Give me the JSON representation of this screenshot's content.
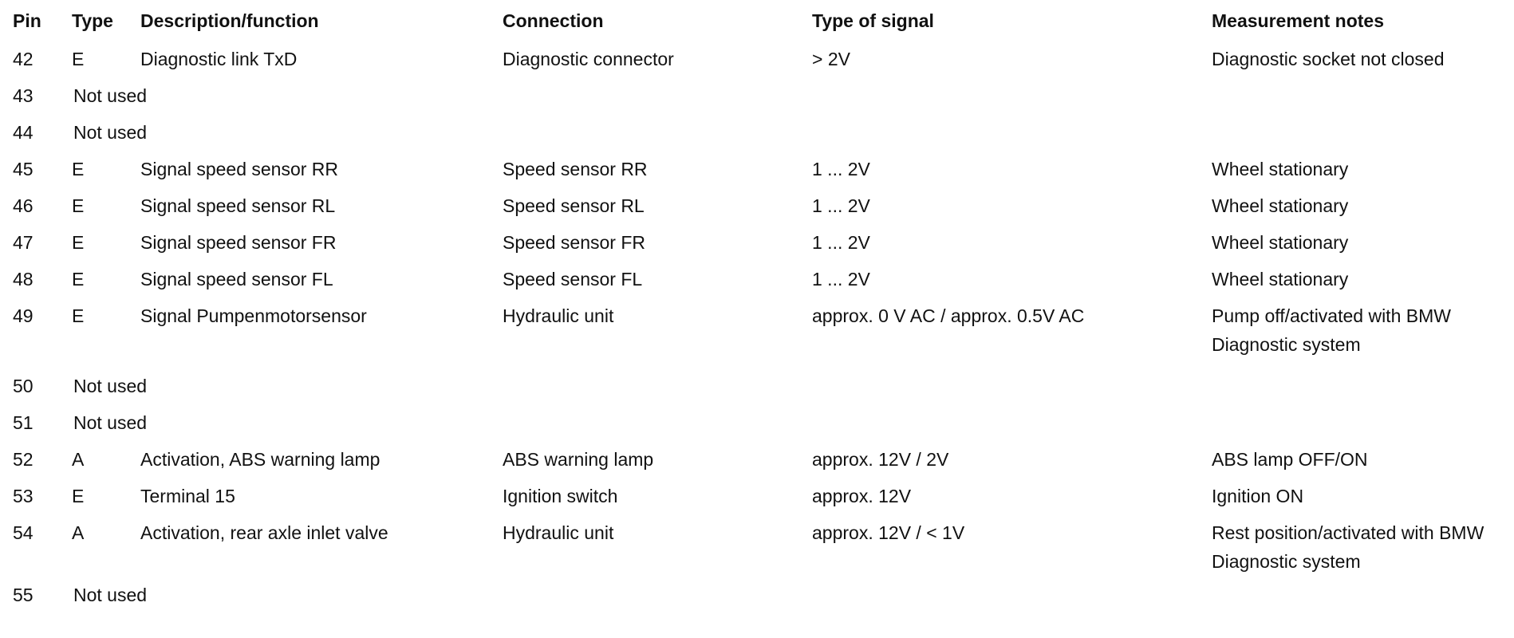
{
  "headers": {
    "pin": "Pin",
    "type": "Type",
    "desc": "Description/function",
    "conn": "Connection",
    "signal": "Type of signal",
    "notes": "Measurement notes"
  },
  "rows": [
    {
      "pin": "42",
      "type": "E",
      "desc": "Diagnostic link TxD",
      "conn": "Diagnostic connector",
      "signal": "> 2V",
      "notes": "Diagnostic socket not closed"
    },
    {
      "pin": "43",
      "not_used": "Not used"
    },
    {
      "pin": "44",
      "not_used": "Not used"
    },
    {
      "pin": "45",
      "type": "E",
      "desc": "Signal speed sensor RR",
      "conn": "Speed sensor RR",
      "signal": "1 ... 2V",
      "notes": "Wheel stationary"
    },
    {
      "pin": "46",
      "type": "E",
      "desc": "Signal speed sensor RL",
      "conn": "Speed sensor RL",
      "signal": "1 ... 2V",
      "notes": "Wheel stationary"
    },
    {
      "pin": "47",
      "type": "E",
      "desc": "Signal speed sensor FR",
      "conn": "Speed sensor FR",
      "signal": "1 ... 2V",
      "notes": "Wheel stationary"
    },
    {
      "pin": "48",
      "type": "E",
      "desc": "Signal speed sensor FL",
      "conn": "Speed sensor FL",
      "signal": "1 ... 2V",
      "notes": "Wheel stationary"
    },
    {
      "pin": "49",
      "type": "E",
      "desc": "Signal Pumpenmotorsensor",
      "conn": "Hydraulic unit",
      "signal": "approx. 0 V AC / approx. 0.5V AC",
      "notes": "Pump off/activated with BMW Diagnostic system"
    },
    {
      "pin": "50",
      "not_used": "Not used"
    },
    {
      "pin": "51",
      "not_used": "Not used"
    },
    {
      "pin": "52",
      "type": "A",
      "desc": "Activation, ABS warning lamp",
      "conn": "ABS warning lamp",
      "signal": "approx. 12V / 2V",
      "notes": "ABS lamp OFF/ON"
    },
    {
      "pin": "53",
      "type": "E",
      "desc": "Terminal 15",
      "conn": "Ignition switch",
      "signal": "approx. 12V",
      "notes": "Ignition ON"
    },
    {
      "pin": "54",
      "type": "A",
      "desc": "Activation, rear axle inlet valve",
      "conn": "Hydraulic unit",
      "signal": "approx. 12V / < 1V",
      "notes": "Rest position/activated with BMW Diagnostic system"
    },
    {
      "pin": "55",
      "not_used": "Not used"
    }
  ]
}
